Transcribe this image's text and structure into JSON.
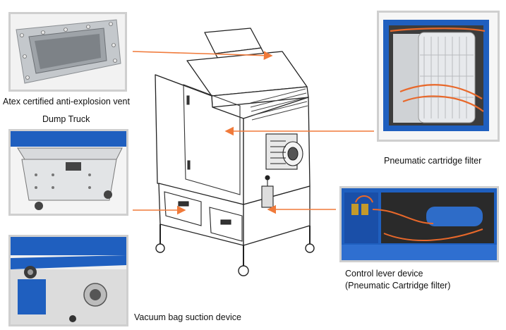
{
  "labels": {
    "vent": "Atex certified anti-explosion vent",
    "dump_truck": "Dump Truck",
    "vacuum_bag": "Vacuum bag  suction device",
    "filter": "Pneumatic cartridge filter",
    "control_line1": "Control lever device",
    "control_line2": "(Pneumatic Cartridge filter)"
  },
  "colors": {
    "arrow": "#f07a3a",
    "frame": "#cfcfcf",
    "machine_blue": "#1f5fbf",
    "steel": "#c9ccd0",
    "hose_orange": "#e8682a"
  }
}
